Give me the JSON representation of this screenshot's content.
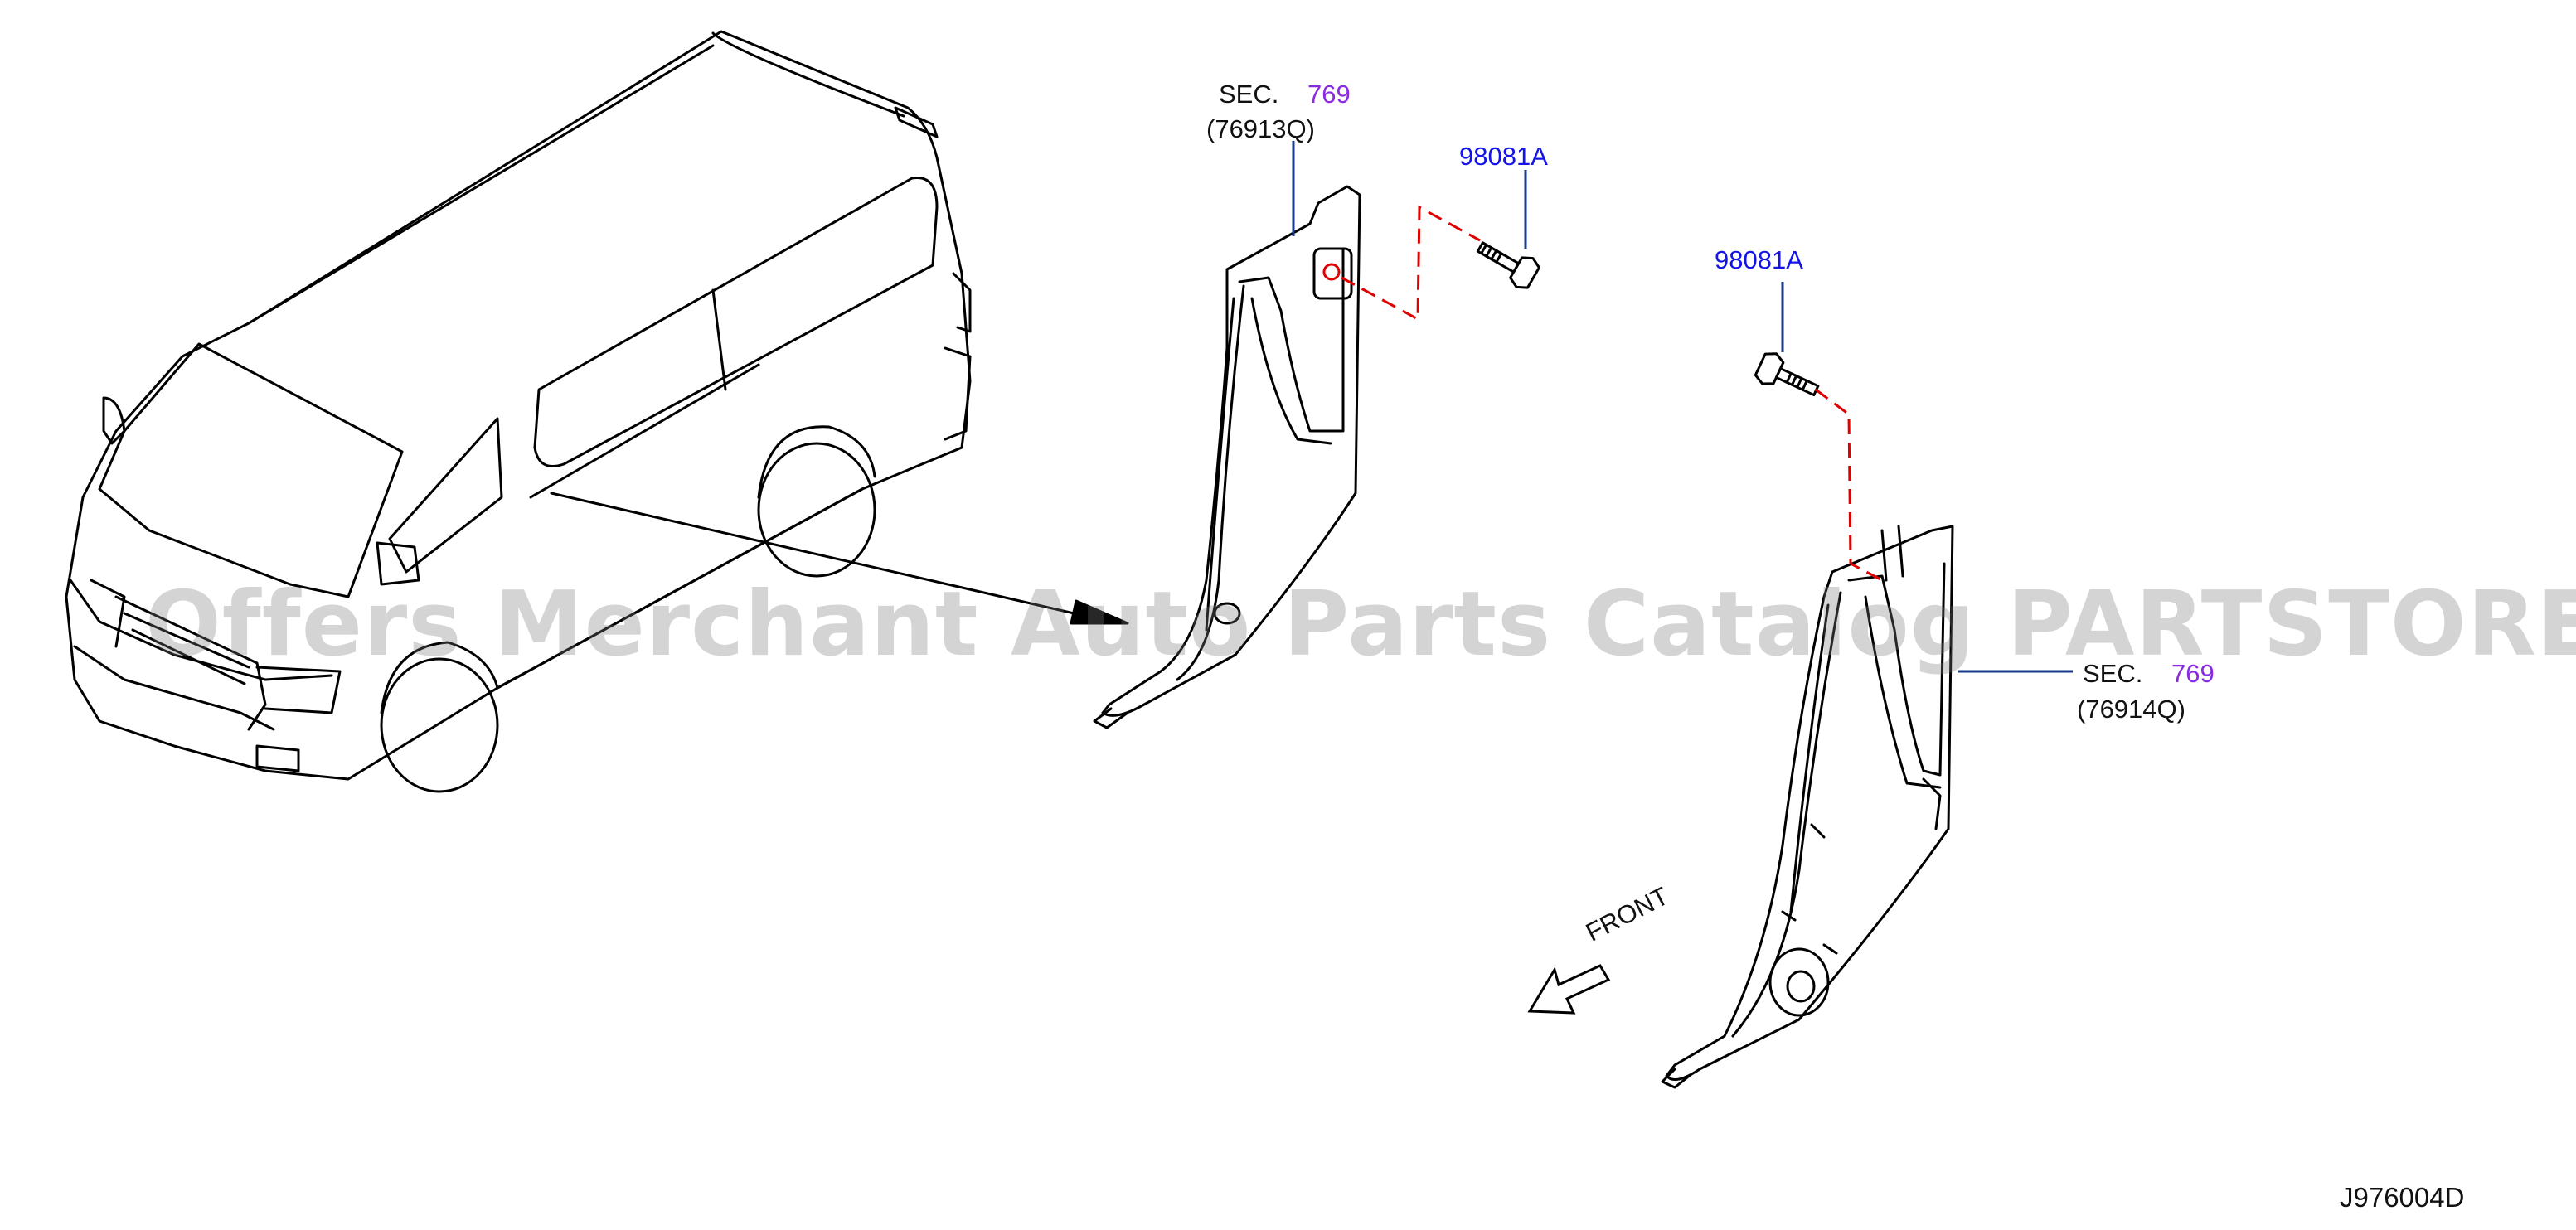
{
  "diagram": {
    "labels": {
      "sec_text": "SEC.",
      "sec_upper_num": "769",
      "sec_upper_part": "(76913Q)",
      "bolt_upper": "98081A",
      "bolt_lower": "98081A",
      "sec_lower_num": "769",
      "sec_lower_part": "(76914Q)",
      "front": "FRONT",
      "drawing_id": "J976004D"
    },
    "watermark": "Offers Merchant Auto Parts Catalog PARTSTORE.SA",
    "colors": {
      "line": "#000000",
      "part_number": "#1414e6",
      "section_number": "#8a2be2",
      "dash": "#e00000",
      "leader": "#1a3a8a"
    }
  }
}
